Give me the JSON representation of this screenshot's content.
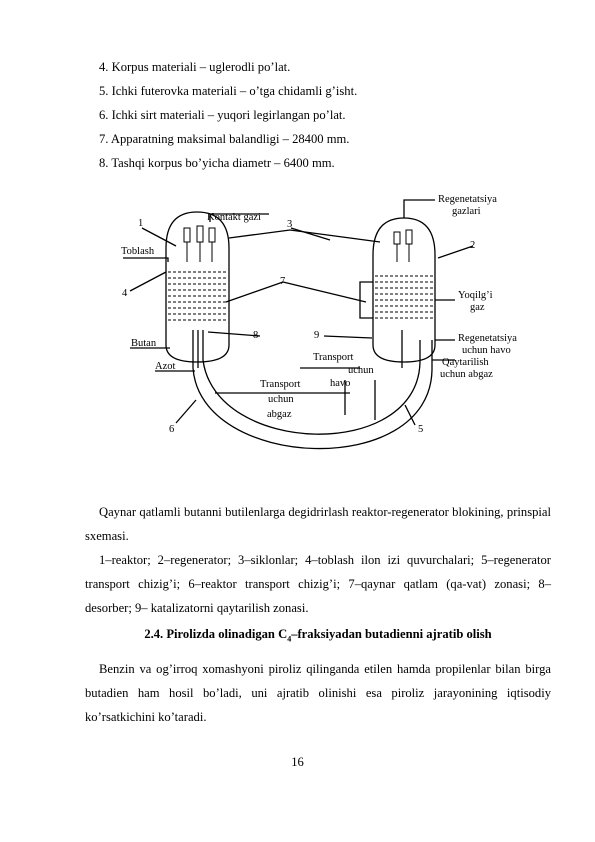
{
  "spec_lines": [
    "4. Korpus materiali – uglerodli po’lat.",
    "5. Ichki futerovka materiali – o’tga chidamli g’isht.",
    "6. Ichki sirt materiali – yuqori legirlangan po’lat.",
    "7. Apparatning maksimal balandligi – 28400 mm.",
    "8. Tashqi korpus bo’yicha diametr – 6400 mm."
  ],
  "figure": {
    "labels": {
      "regen_gases": [
        "Regenetatsiya",
        "gazlari"
      ],
      "contact_gas": "Kontakt gazi",
      "toblash": "Toblash",
      "butan": "Butan",
      "azot": "Azot",
      "yoqilgi": [
        "Yoqilg’i",
        "gaz"
      ],
      "regen_air": [
        "Regenetatsiya",
        "uchun havo"
      ],
      "reduction": [
        "Qaytarilish",
        "uchun abgaz"
      ],
      "transport_air": [
        "Transport",
        "uchun",
        "havo"
      ],
      "transport_abgaz": [
        "Transport",
        "uchun",
        "abgaz"
      ],
      "n1": "1",
      "n2": "2",
      "n3": "3",
      "n4": "4",
      "n5": "5",
      "n6": "6",
      "n7": "7",
      "n8": "8",
      "n9": "9"
    }
  },
  "caption": {
    "line1": "Qaynar qatlamli butanni butilenlarga degidrirlash reaktor-regenerator blokining, prinspial sxemasi.",
    "line2": "1–reaktor; 2–regenerator; 3–siklonlar; 4–toblash ilon izi quvurchalari; 5–regenerator transport chizig’i; 6–reaktor transport chizig’i; 7–qaynar qatlam (qa-vat) zonasi; 8–desorber; 9– katalizatorni qaytarilish zonasi."
  },
  "heading": {
    "prefix": "2.4. Pirolizda olinadigan C",
    "subscript": "4",
    "suffix": "–fraksiyadan butadienni ajratib olish"
  },
  "body_paragraph": "Benzin va og’irroq xomashyoni piroliz qilinganda etilen hamda propilenlar bilan birga butadien ham hosil bo’ladi, uni ajratib olinishi esa piroliz jarayonining iqtisodiy ko’rsatkichini ko’taradi.",
  "page_number": "16"
}
